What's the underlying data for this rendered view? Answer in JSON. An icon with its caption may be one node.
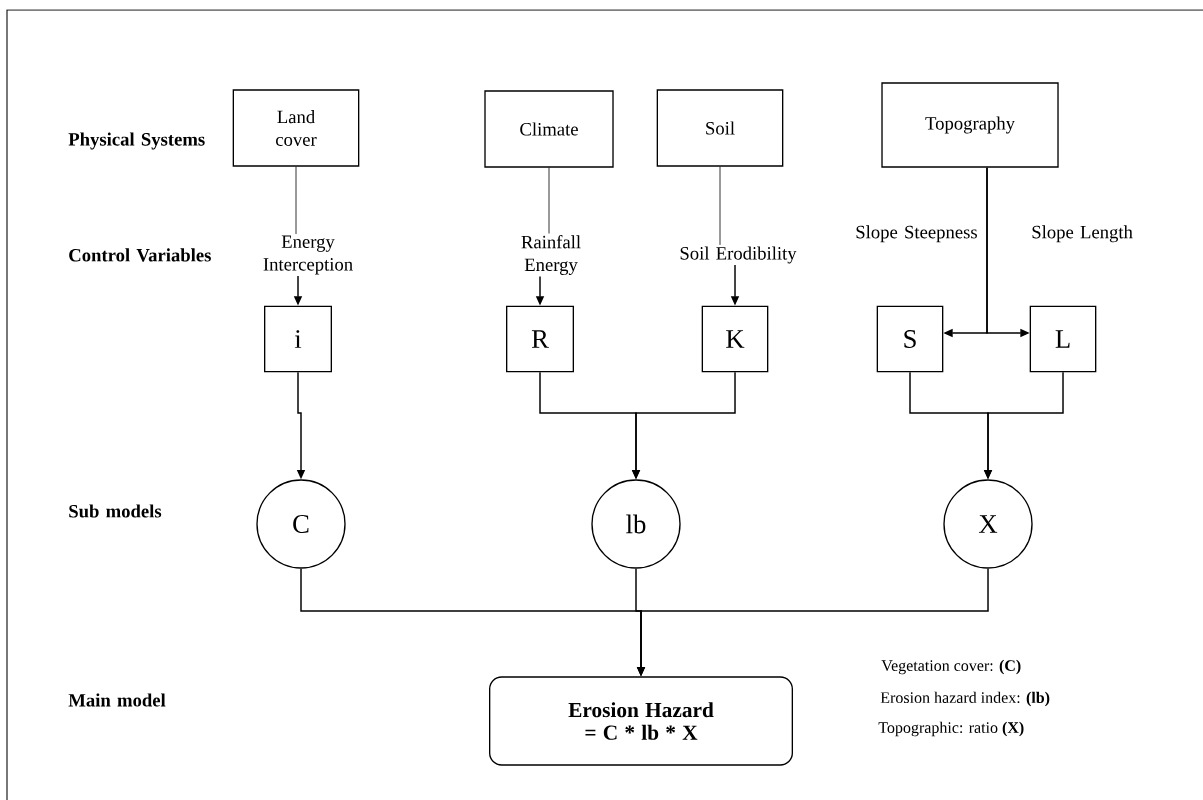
{
  "diagram": {
    "nodes": [
      {
        "text": [
          "Land cover"
        ]
      },
      {
        "text": [
          "Climate"
        ]
      },
      {
        "text": [
          "Soil"
        ]
      },
      {
        "text": [
          "Topography"
        ]
      },
      {
        "text": [
          "Energy Interception"
        ]
      },
      {
        "text": [
          "Rainfall Energy"
        ]
      },
      {
        "text": [
          "Soil Erodibility"
        ]
      },
      {
        "text": [
          "i"
        ]
      },
      {
        "text": [
          "R"
        ]
      },
      {
        "text": [
          "K"
        ]
      },
      {
        "text": [
          "S"
        ],
        "beside": [
          "Slope Steepness"
        ]
      },
      {
        "text": [
          "L"
        ],
        "beside": [
          "Slope Length"
        ]
      },
      {
        "text": [
          "C"
        ]
      },
      {
        "text": [
          "lb"
        ]
      },
      {
        "text": [
          "X"
        ]
      },
      {
        "text": [
          "Erosion Hazard",
          "= C * lb * X"
        ]
      }
    ],
    "edges": [
      {
        "from": 0,
        "to": 4,
        "arrow": "none"
      },
      {
        "from": 4,
        "to": 7,
        "arrow": "to"
      },
      {
        "from": 1,
        "to": 5,
        "arrow": "none"
      },
      {
        "from": 5,
        "to": 8,
        "arrow": "to"
      },
      {
        "from": 2,
        "to": 6,
        "arrow": "none"
      },
      {
        "from": 6,
        "to": 9,
        "arrow": "to"
      },
      {
        "from": 3,
        "to": 10,
        "arrow": "to"
      },
      {
        "from": 3,
        "to": 11,
        "arrow": "to"
      },
      {
        "from": 7,
        "to": 12,
        "arrow": "to"
      },
      {
        "from": 8,
        "to": 13,
        "arrow": "to"
      },
      {
        "from": 9,
        "to": 13,
        "arrow": "to"
      },
      {
        "from": 10,
        "to": 14,
        "arrow": "to"
      },
      {
        "from": 11,
        "to": 14,
        "arrow": "to"
      },
      {
        "from": 12,
        "to": 15,
        "arrow": "to"
      },
      {
        "from": 13,
        "to": 15,
        "arrow": "to"
      },
      {
        "from": 14,
        "to": 15,
        "arrow": "to"
      }
    ],
    "labels": [
      "Physical Systems",
      "Control Variables",
      "Sub models",
      "Main model",
      "Vegetation cover: **(C)**",
      "Erosion hazard index: **(lb)**",
      "Topographic: ratio **(X)**"
    ]
  }
}
